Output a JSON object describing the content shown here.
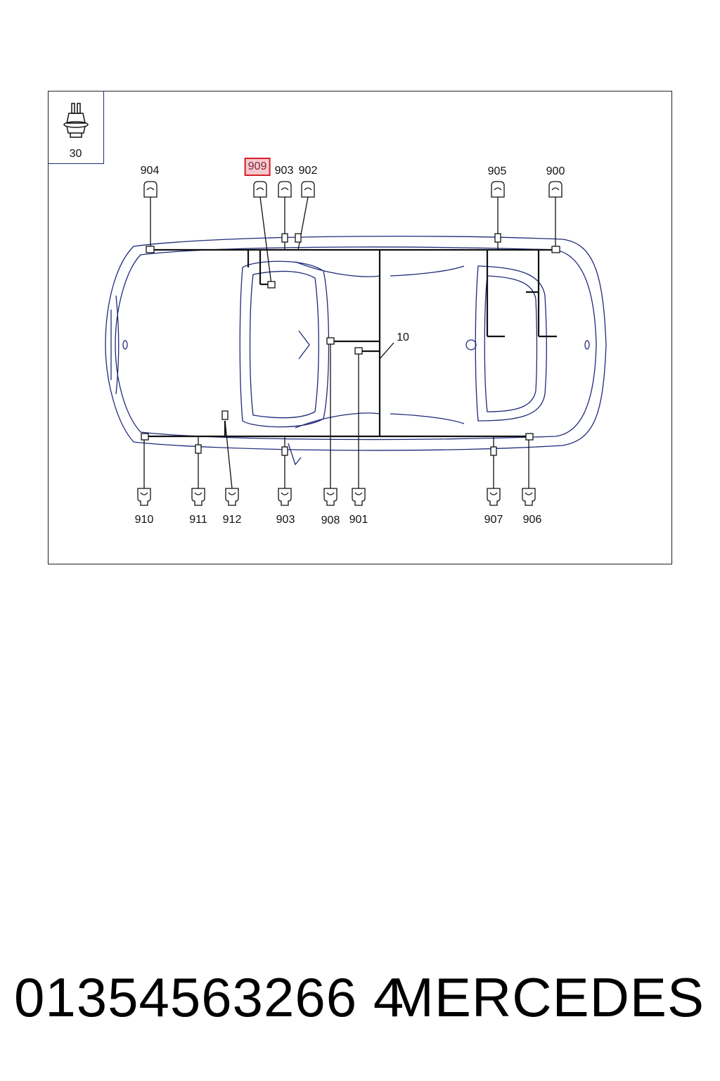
{
  "inset": {
    "label": "30",
    "icon": "connector-plug-icon"
  },
  "diagram": {
    "callouts": [
      {
        "id": "c904t",
        "text": "904",
        "highlight": false
      },
      {
        "id": "c909t",
        "text": "909",
        "highlight": true
      },
      {
        "id": "c903t",
        "text": "903",
        "highlight": false
      },
      {
        "id": "c902t",
        "text": "902",
        "highlight": false
      },
      {
        "id": "c905t",
        "text": "905",
        "highlight": false
      },
      {
        "id": "c900t",
        "text": "900",
        "highlight": false
      },
      {
        "id": "c10",
        "text": "10",
        "highlight": false
      },
      {
        "id": "c910b",
        "text": "910",
        "highlight": false
      },
      {
        "id": "c911b",
        "text": "911",
        "highlight": false
      },
      {
        "id": "c912b",
        "text": "912",
        "highlight": false
      },
      {
        "id": "c903b",
        "text": "903",
        "highlight": false
      },
      {
        "id": "c908b",
        "text": "908",
        "highlight": false
      },
      {
        "id": "c901b",
        "text": "901",
        "highlight": false
      },
      {
        "id": "c907b",
        "text": "907",
        "highlight": false
      },
      {
        "id": "c906b",
        "text": "906",
        "highlight": false
      }
    ],
    "colors": {
      "line": "#111111",
      "outline": "#1f2a7a",
      "highlight_fill": "#f7c8cf",
      "highlight_border": "#d4202a"
    }
  },
  "footer": {
    "part_number": "01354563266 4",
    "brand": "MERCEDES"
  }
}
